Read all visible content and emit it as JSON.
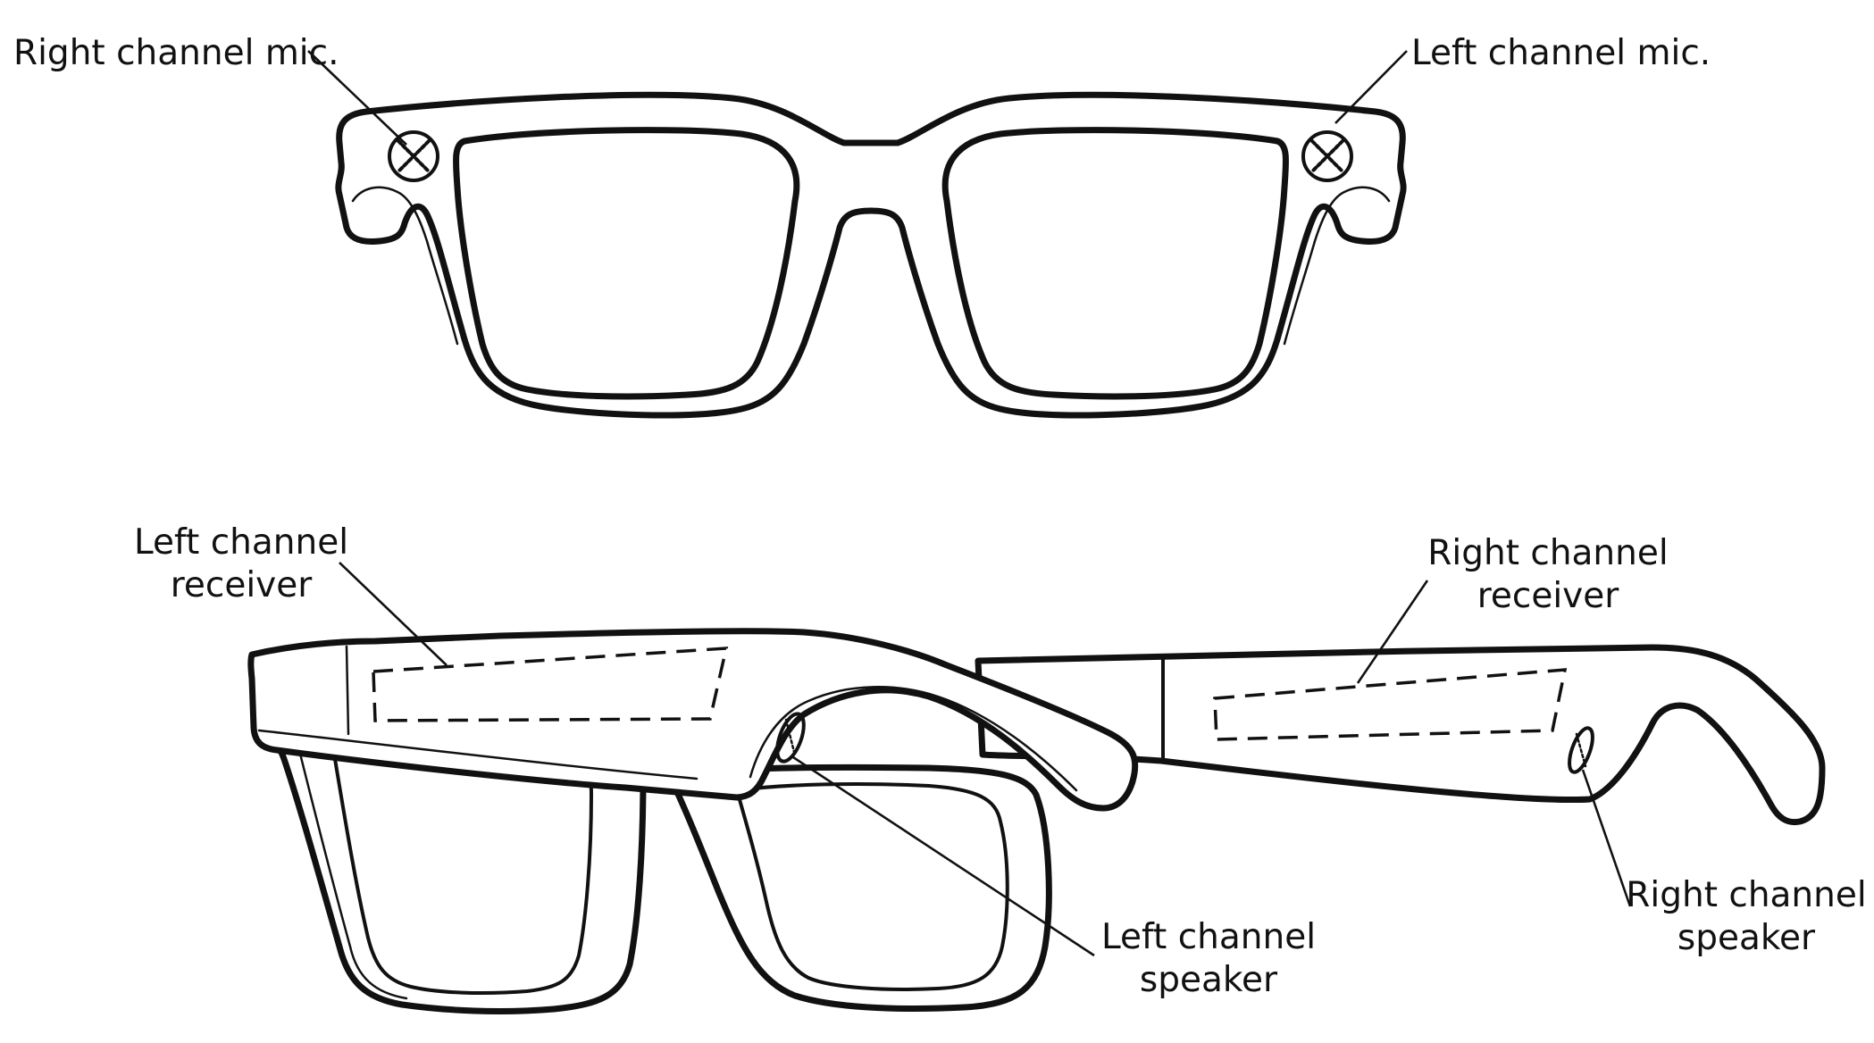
{
  "labels": {
    "right_channel_mic": "Right channel mic.",
    "left_channel_mic": "Left channel mic.",
    "left_channel_receiver": [
      "Left channel",
      "receiver"
    ],
    "right_channel_receiver": [
      "Right channel",
      "receiver"
    ],
    "left_channel_speaker": [
      "Left channel",
      "speaker"
    ],
    "right_channel_speaker": [
      "Right channel",
      "speaker"
    ]
  },
  "icons": {
    "microphone": "crossed-circle-icon",
    "receiver": "dashed-outline-region",
    "speaker": "oval-grille-icon"
  }
}
